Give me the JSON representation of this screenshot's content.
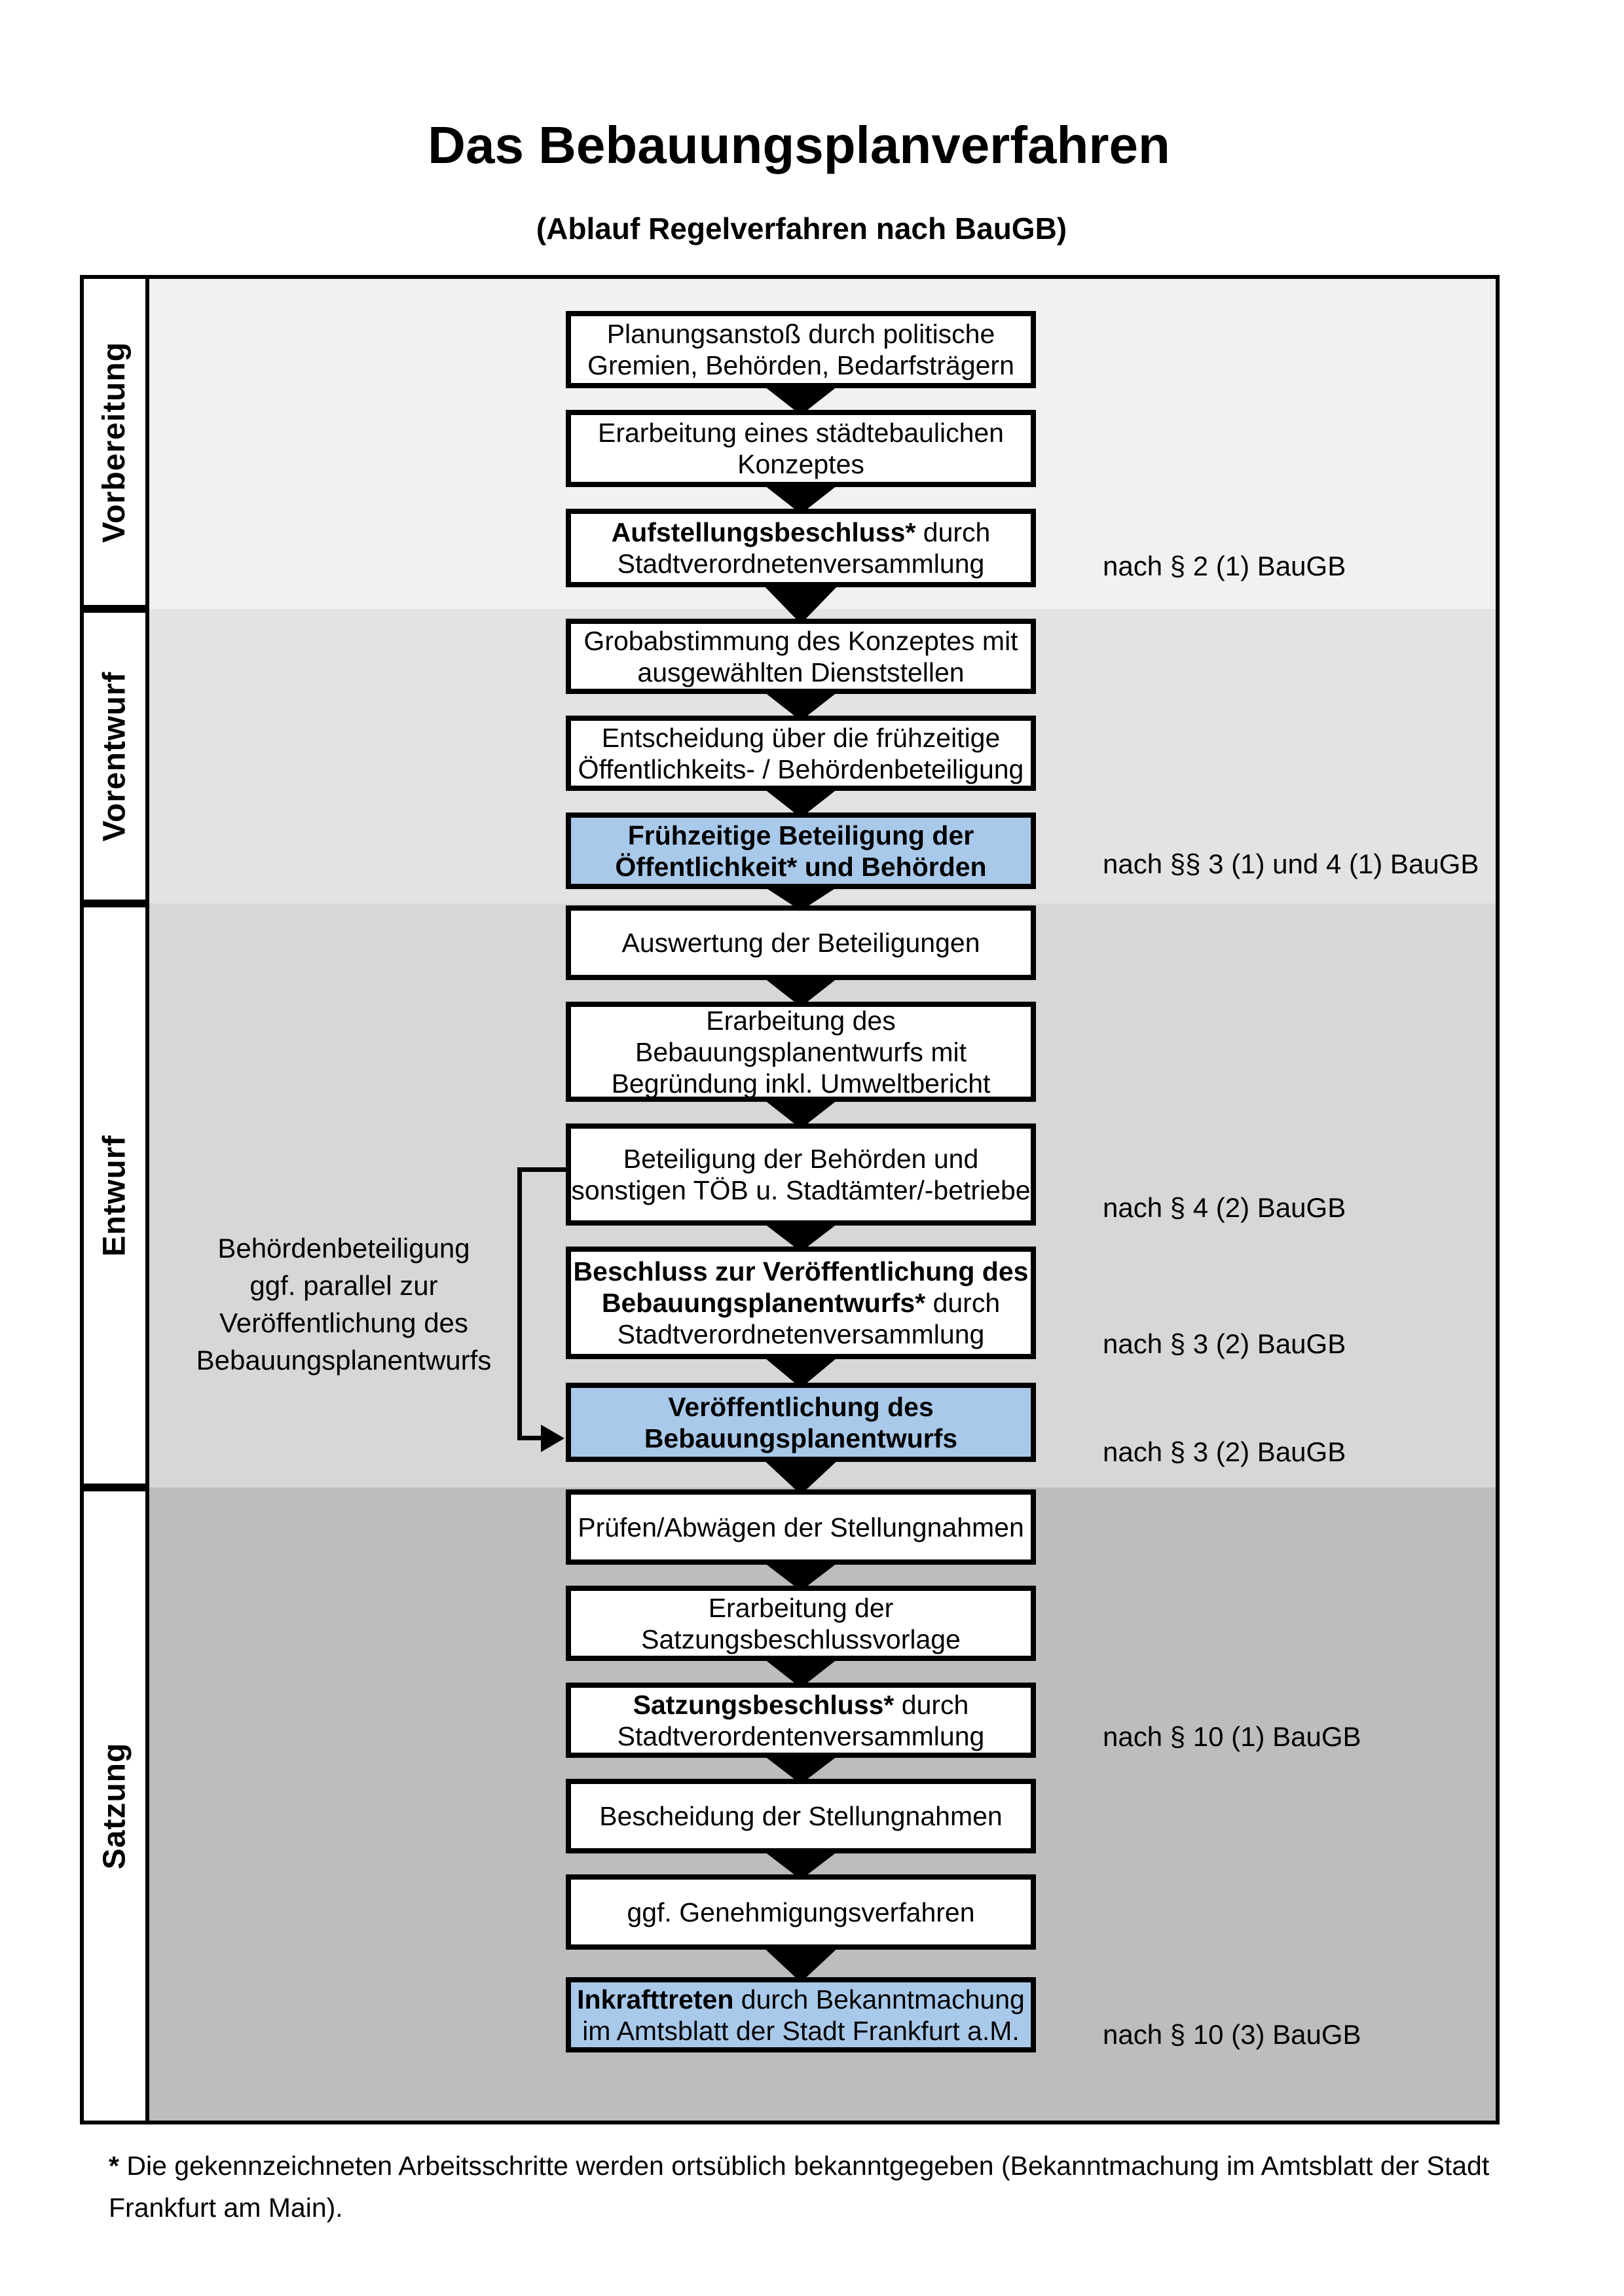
{
  "title": "Das Bebauungsplanverfahren",
  "subtitle": "(Ablauf Regelverfahren nach BauGB)",
  "colors": {
    "border": "#000000",
    "box_bg": "#ffffff",
    "highlight_box": "#a9c9ea",
    "bands": [
      "#f1f1f1",
      "#e3e3e3",
      "#d7d7d7",
      "#bdbdbd"
    ]
  },
  "phases": [
    {
      "label": "Vorbereitung"
    },
    {
      "label": "Vorentwurf"
    },
    {
      "label": "Entwurf"
    },
    {
      "label": "Satzung"
    }
  ],
  "boxes": [
    {
      "id": "b1",
      "phase": 0,
      "highlight": false,
      "lines": [
        [
          {
            "t": "Planungsanstoß durch politische"
          }
        ],
        [
          {
            "t": "Gremien, Behörden, Bedarfsträgern"
          }
        ]
      ]
    },
    {
      "id": "b2",
      "phase": 0,
      "highlight": false,
      "lines": [
        [
          {
            "t": "Erarbeitung eines städtebaulichen"
          }
        ],
        [
          {
            "t": "Konzeptes"
          }
        ]
      ]
    },
    {
      "id": "b3",
      "phase": 0,
      "highlight": false,
      "lines": [
        [
          {
            "t": "Aufstellungsbeschluss*",
            "b": true
          },
          {
            "t": " durch"
          }
        ],
        [
          {
            "t": "Stadtverordnetenversammlung"
          }
        ]
      ],
      "ref": "nach § 2 (1) BauGB"
    },
    {
      "id": "b4",
      "phase": 1,
      "highlight": false,
      "lines": [
        [
          {
            "t": "Grobabstimmung des Konzeptes mit"
          }
        ],
        [
          {
            "t": "ausgewählten Dienststellen"
          }
        ]
      ]
    },
    {
      "id": "b5",
      "phase": 1,
      "highlight": false,
      "lines": [
        [
          {
            "t": "Entscheidung über die frühzeitige"
          }
        ],
        [
          {
            "t": "Öffentlichkeits- / Behördenbeteiligung"
          }
        ]
      ]
    },
    {
      "id": "b6",
      "phase": 1,
      "highlight": true,
      "lines": [
        [
          {
            "t": "Frühzeitige Beteiligung der",
            "b": true
          }
        ],
        [
          {
            "t": "Öffentlichkeit* und Behörden",
            "b": true
          }
        ]
      ],
      "ref": "nach §§ 3 (1) und 4 (1) BauGB"
    },
    {
      "id": "b7",
      "phase": 2,
      "highlight": false,
      "lines": [
        [
          {
            "t": "Auswertung der Beteiligungen"
          }
        ]
      ]
    },
    {
      "id": "b8",
      "phase": 2,
      "highlight": false,
      "lines": [
        [
          {
            "t": "Erarbeitung des"
          }
        ],
        [
          {
            "t": "Bebauungsplanentwurfs mit"
          }
        ],
        [
          {
            "t": "Begründung inkl. Umweltbericht"
          }
        ]
      ]
    },
    {
      "id": "b9",
      "phase": 2,
      "highlight": false,
      "lines": [
        [
          {
            "t": "Beteiligung der Behörden und"
          }
        ],
        [
          {
            "t": "sonstigen TÖB u. Stadtämter/-betriebe"
          }
        ]
      ],
      "ref": "nach § 4 (2) BauGB"
    },
    {
      "id": "b10",
      "phase": 2,
      "highlight": false,
      "lines": [
        [
          {
            "t": "Beschluss zur Veröffentlichung des",
            "b": true
          }
        ],
        [
          {
            "t": "Bebauungsplanentwurfs*",
            "b": true
          },
          {
            "t": " durch"
          }
        ],
        [
          {
            "t": "Stadtverordnetenversammlung"
          }
        ]
      ],
      "ref": "nach § 3 (2) BauGB"
    },
    {
      "id": "b11",
      "phase": 2,
      "highlight": true,
      "lines": [
        [
          {
            "t": "Veröffentlichung des",
            "b": true
          }
        ],
        [
          {
            "t": "Bebauungsplanentwurfs",
            "b": true
          }
        ]
      ],
      "ref": "nach § 3 (2) BauGB"
    },
    {
      "id": "b12",
      "phase": 3,
      "highlight": false,
      "lines": [
        [
          {
            "t": "Prüfen/Abwägen der Stellungnahmen"
          }
        ]
      ]
    },
    {
      "id": "b13",
      "phase": 3,
      "highlight": false,
      "lines": [
        [
          {
            "t": "Erarbeitung der"
          }
        ],
        [
          {
            "t": "Satzungsbeschlussvorlage"
          }
        ]
      ]
    },
    {
      "id": "b14",
      "phase": 3,
      "highlight": false,
      "lines": [
        [
          {
            "t": "Satzungsbeschluss*",
            "b": true
          },
          {
            "t": " durch"
          }
        ],
        [
          {
            "t": "Stadtverordentenversammlung"
          }
        ]
      ],
      "ref": "nach § 10 (1) BauGB"
    },
    {
      "id": "b15",
      "phase": 3,
      "highlight": false,
      "lines": [
        [
          {
            "t": "Bescheidung der Stellungnahmen"
          }
        ]
      ]
    },
    {
      "id": "b16",
      "phase": 3,
      "highlight": false,
      "lines": [
        [
          {
            "t": "ggf. Genehmigungsverfahren"
          }
        ]
      ]
    },
    {
      "id": "b17",
      "phase": 3,
      "highlight": true,
      "lines": [
        [
          {
            "t": "Inkrafttreten",
            "b": true
          },
          {
            "t": " durch Bekanntmachung"
          }
        ],
        [
          {
            "t": "im Amtsblatt der Stadt Frankfurt a.M."
          }
        ]
      ],
      "ref": "nach § 10 (3) BauGB"
    }
  ],
  "annotation": {
    "lines": [
      "Behördenbeteiligung",
      "ggf. parallel zur",
      "Veröffentlichung des",
      "Bebauungsplanentwurfs"
    ]
  },
  "footnote": [
    [
      {
        "t": "*",
        "b": true
      },
      {
        "t": " Die gekennzeichneten Arbeitsschritte werden ortsüblich bekanntgegeben (Bekanntmachung im Amtsblatt  der Stadt"
      }
    ],
    [
      {
        "t": "Frankfurt am Main)."
      }
    ]
  ]
}
